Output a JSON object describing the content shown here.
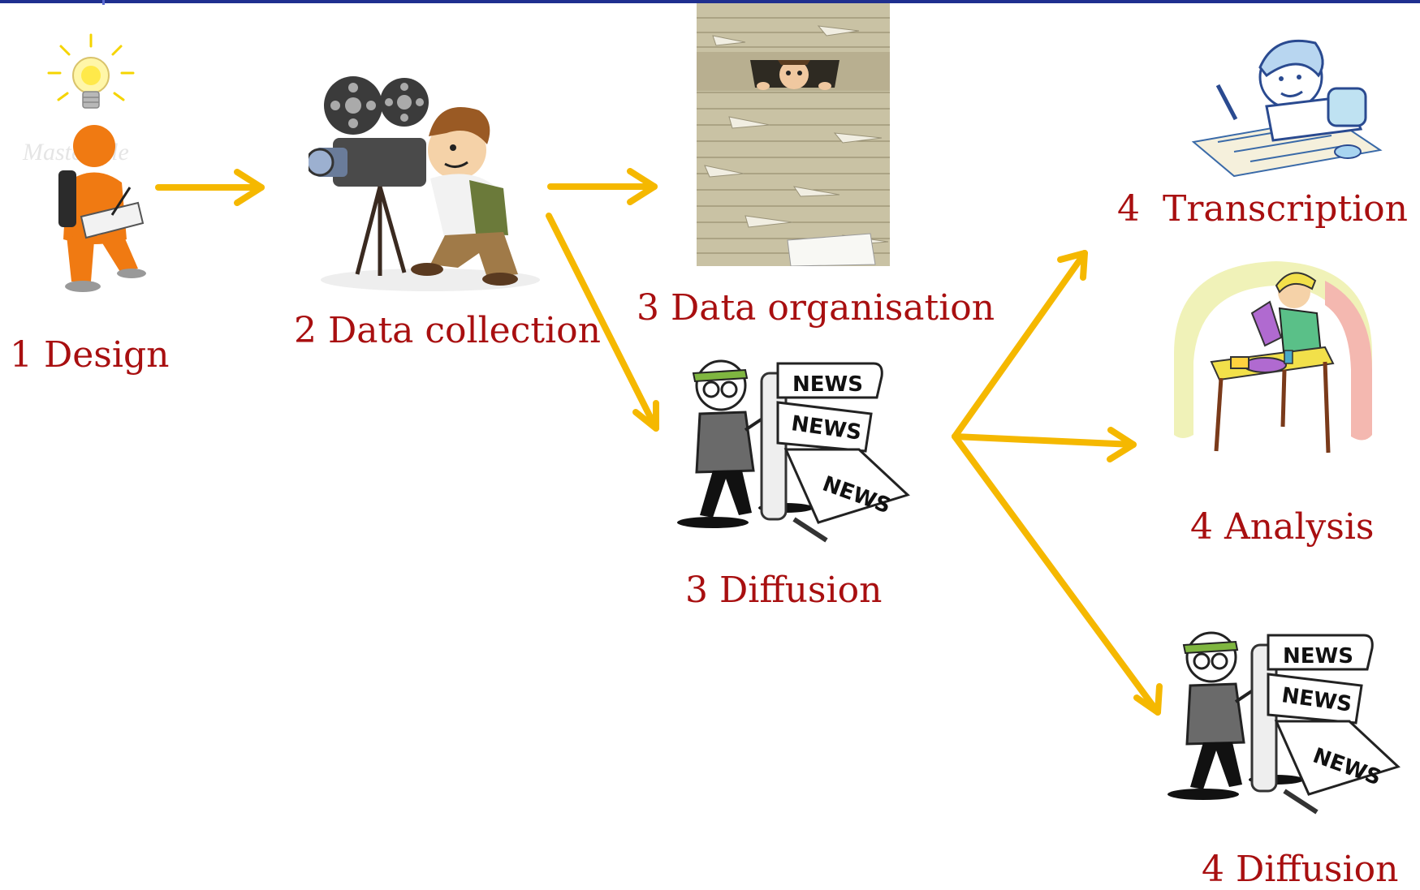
{
  "diagram": {
    "steps": [
      {
        "id": "design",
        "label": "1 Design",
        "icon": "designer-with-lightbulb"
      },
      {
        "id": "data-collection",
        "label": "2 Data collection",
        "icon": "film-camera-operator"
      },
      {
        "id": "data-organisation",
        "label": "3 Data organisation",
        "icon": "paper-stack"
      },
      {
        "id": "diffusion-3",
        "label": "3 Diffusion",
        "icon": "news-printing-press"
      },
      {
        "id": "transcription",
        "label": "4  Transcription",
        "icon": "person-writing"
      },
      {
        "id": "analysis",
        "label": "4 Analysis",
        "icon": "scientist-microscope"
      },
      {
        "id": "diffusion-4",
        "label": "4 Diffusion",
        "icon": "news-printing-press"
      }
    ],
    "news_word": "NEWS",
    "watermark": "Master file",
    "colors": {
      "arrow": "#f5b800",
      "label": "#a80f10",
      "topbar": "#1f2f8f"
    }
  }
}
